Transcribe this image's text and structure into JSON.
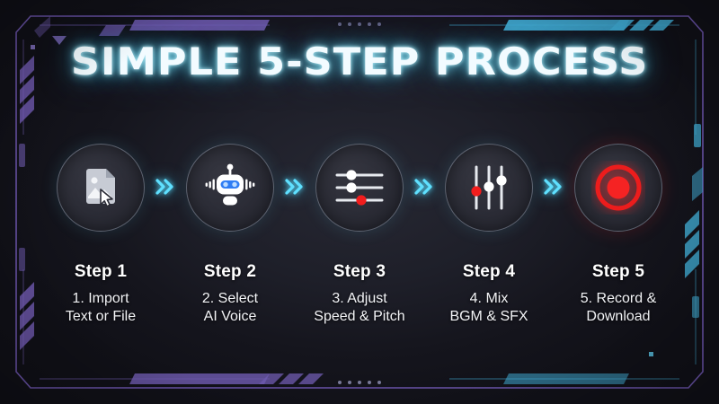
{
  "header": {
    "title": "SIMPLE 5-STEP PROCESS"
  },
  "colors": {
    "background": "#13131b",
    "title_glow": "#7ce6ff",
    "accent_cyan": "#4fd2f0",
    "accent_purple": "#6f5bb0",
    "record_red": "#ff2d2d",
    "circle_fill": "#2b2c36",
    "text_primary": "#ffffff"
  },
  "steps": [
    {
      "icon": "image-file-cursor-icon",
      "title": "Step 1",
      "description": "1. Import\nText or File"
    },
    {
      "icon": "robot-voice-icon",
      "title": "Step 2",
      "description": "2. Select\nAI Voice"
    },
    {
      "icon": "horizontal-sliders-icon",
      "title": "Step 3",
      "description": "3. Adjust\nSpeed & Pitch"
    },
    {
      "icon": "vertical-faders-icon",
      "title": "Step 4",
      "description": "4. Mix\nBGM & SFX"
    },
    {
      "icon": "record-button-icon",
      "title": "Step 5",
      "description": "5. Record &\nDownload"
    }
  ],
  "separators": [
    {
      "icon": "double-chevron-right-icon"
    },
    {
      "icon": "double-chevron-right-icon"
    },
    {
      "icon": "double-chevron-right-icon"
    },
    {
      "icon": "double-chevron-right-icon"
    }
  ],
  "decor": {
    "top_dots": 5,
    "bottom_dots": 5
  }
}
